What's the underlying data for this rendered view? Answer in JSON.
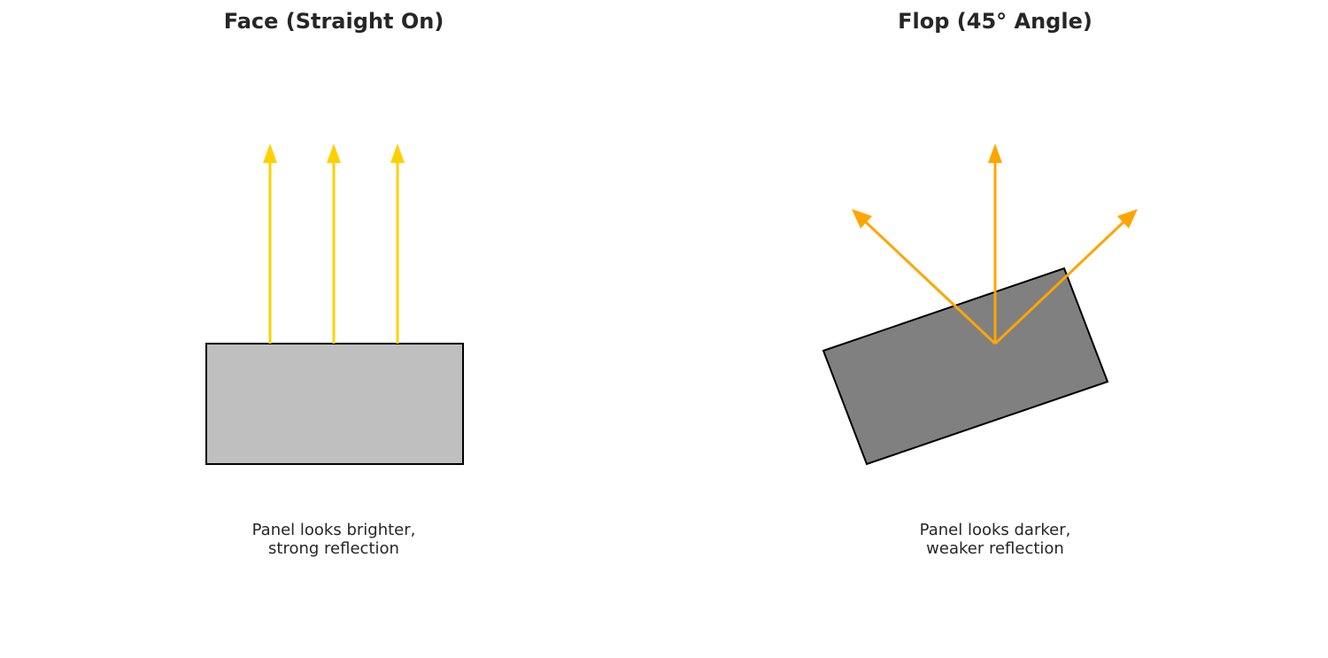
{
  "panels": [
    {
      "title": "Face (Straight On)",
      "caption_line1": "Panel looks brighter,",
      "caption_line2": "strong reflection",
      "panel_color": "#bfbfbf",
      "arrow_color": "#ffd000",
      "panel_shape": "rectangle",
      "reflection": "strong"
    },
    {
      "title": "Flop (45° Angle)",
      "caption_line1": "Panel looks darker,",
      "caption_line2": "weaker reflection",
      "panel_color": "#808080",
      "arrow_color": "#ffa500",
      "panel_shape": "tilted-rectangle",
      "reflection": "weaker"
    }
  ]
}
